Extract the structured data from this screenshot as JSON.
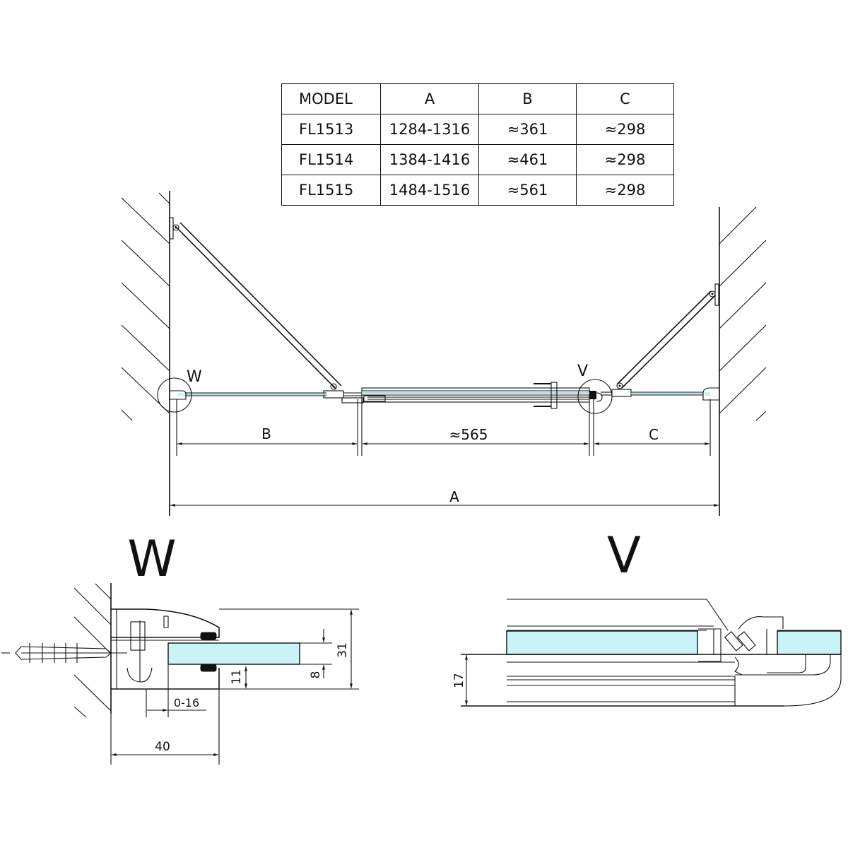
{
  "spec_table": {
    "headers": [
      "MODEL",
      "A",
      "B",
      "C"
    ],
    "rows": [
      [
        "FL1513",
        "1284-1316",
        "≈361",
        "≈298"
      ],
      [
        "FL1514",
        "1384-1416",
        "≈461",
        "≈298"
      ],
      [
        "FL1515",
        "1484-1516",
        "≈561",
        "≈298"
      ]
    ]
  },
  "plan_view": {
    "detail_marker_w": "W",
    "detail_marker_v": "V",
    "dim_b": "B",
    "dim_door": "≈565",
    "dim_c": "C",
    "dim_a": "A"
  },
  "detail_w": {
    "title": "W",
    "dim_thickness": "31",
    "dim_glass": "8",
    "dim_offset": "11",
    "dim_adjust": "0-16",
    "dim_depth": "40"
  },
  "detail_v": {
    "title": "V",
    "dim_height": "17"
  },
  "colors": {
    "glass": "#c9f3f7",
    "line": "#111111"
  }
}
